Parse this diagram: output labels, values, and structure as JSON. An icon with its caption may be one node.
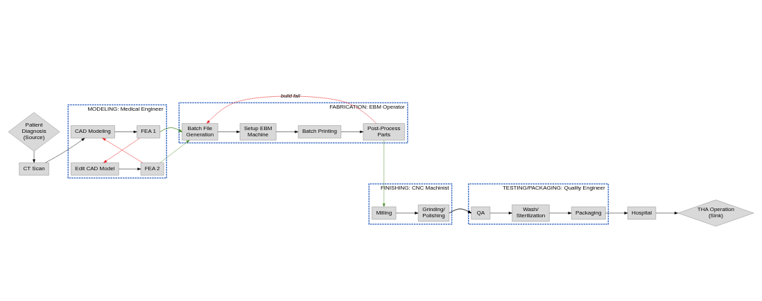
{
  "diagram": {
    "nodes": [
      {
        "text": [
          "Patient Diagnosis (Source)"
        ]
      },
      {
        "text": [
          "CT Scan"
        ]
      },
      {
        "text": [
          "MODELING: Medical Engineer"
        ]
      },
      {
        "text": [
          "CAD Modeling"
        ],
        "in": 2
      },
      {
        "text": [
          "FEA 1"
        ],
        "in": 2
      },
      {
        "text": [
          "Edit CAD Model"
        ],
        "in": 2
      },
      {
        "text": [
          "FEA 2"
        ],
        "in": 2
      },
      {
        "text": [
          "FABRICATION: EBM Operator"
        ]
      },
      {
        "text": [
          "Batch File Generation"
        ],
        "in": 7
      },
      {
        "text": [
          "Setup EBM Machine"
        ],
        "in": 7
      },
      {
        "text": [
          "Batch Printing"
        ],
        "in": 7
      },
      {
        "text": [
          "Post-Process Parts"
        ],
        "in": 7
      },
      {
        "text": [
          "FINISHING: CNC Machinist"
        ]
      },
      {
        "text": [
          "Milling"
        ],
        "in": 12
      },
      {
        "text": [
          "Grinding/ Polishing"
        ],
        "in": 12
      },
      {
        "text": [
          "TESTING/PACKAGING: Quality Engineer"
        ]
      },
      {
        "text": [
          "QA"
        ],
        "in": 15
      },
      {
        "text": [
          "Wash/ Sterilization"
        ],
        "in": 15
      },
      {
        "text": [
          "Packaging"
        ],
        "in": 15
      },
      {
        "text": [
          "Hospital"
        ]
      },
      {
        "text": [
          "THA Operation (Sink)"
        ]
      }
    ],
    "edges": [
      {
        "from": 0,
        "to": 1,
        "arrow": "to"
      },
      {
        "from": 1,
        "to": 3,
        "arrow": "to"
      },
      {
        "from": 3,
        "to": 4,
        "arrow": "to"
      },
      {
        "from": 4,
        "to": 5,
        "arrow": "to",
        "color": "#e8191b"
      },
      {
        "from": 5,
        "to": 6,
        "arrow": "to"
      },
      {
        "from": 6,
        "to": 3,
        "arrow": "to",
        "color": "#e8191b"
      },
      {
        "from": 4,
        "to": 8,
        "arrow": "to",
        "color": "#4a8a2a"
      },
      {
        "from": 6,
        "to": 8,
        "arrow": "to",
        "color": "#4a8a2a"
      },
      {
        "from": 8,
        "to": 9,
        "arrow": "to"
      },
      {
        "from": 9,
        "to": 10,
        "arrow": "to"
      },
      {
        "from": 10,
        "to": 11,
        "arrow": "to"
      },
      {
        "from": 11,
        "to": 8,
        "arrow": "to",
        "label": "build fail",
        "color": "#e8191b"
      },
      {
        "from": 11,
        "to": 13,
        "arrow": "to",
        "color": "#4a8a2a"
      },
      {
        "from": 13,
        "to": 14,
        "arrow": "to"
      },
      {
        "from": 14,
        "to": 16,
        "arrow": "to"
      },
      {
        "from": 16,
        "to": 17,
        "arrow": "to"
      },
      {
        "from": 17,
        "to": 18,
        "arrow": "to"
      },
      {
        "from": 18,
        "to": 19,
        "arrow": "to"
      },
      {
        "from": 19,
        "to": 20,
        "arrow": "to"
      }
    ]
  }
}
